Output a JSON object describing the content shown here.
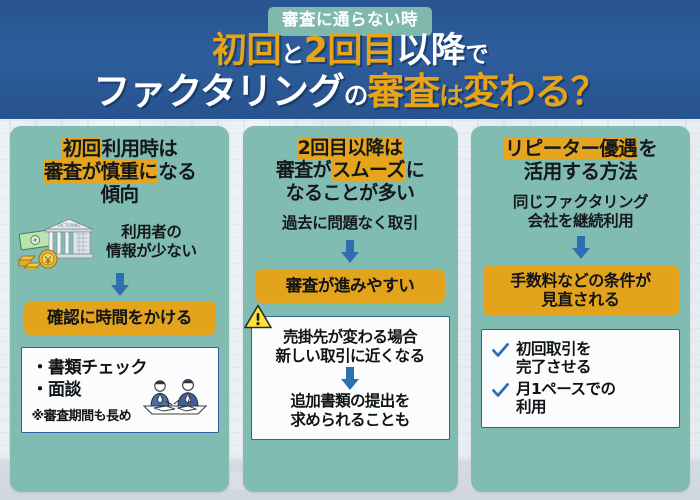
{
  "header": {
    "badge": "審査に通らない時",
    "title_line1": [
      {
        "t": "初回",
        "style": "gold"
      },
      {
        "t": "と",
        "style": "white-small"
      },
      {
        "t": "2回目",
        "style": "gold"
      },
      {
        "t": "以降",
        "style": "white"
      },
      {
        "t": "で",
        "style": "white-small"
      }
    ],
    "title_line2": [
      {
        "t": "ファクタリング",
        "style": "white"
      },
      {
        "t": "の",
        "style": "white-small"
      },
      {
        "t": "審査",
        "style": "gold"
      },
      {
        "t": "は",
        "style": "gold-small"
      },
      {
        "t": "変わる？",
        "style": "gold"
      }
    ],
    "title_line1_plain": "初回と2回目以降で",
    "title_line2_plain": "ファクタリングの審査は変わる？"
  },
  "colors": {
    "header_blue": "#2e5e9c",
    "card_teal": "#81bcb3",
    "badge_teal": "#7fb8ad",
    "gold": "#e3a31c",
    "highlight_gold": "#e5a51e",
    "arrow_blue": "#2f6fb0",
    "box_border_blue": "#2f5f9c",
    "warn_yellow": "#ffe033",
    "text_dark": "#101315"
  },
  "columns": [
    {
      "id": "first-use",
      "title_parts": [
        {
          "t": "初回",
          "hl": true
        },
        {
          "t": "利用時は",
          "hl": false
        },
        {
          "br": true
        },
        {
          "t": "審査が慎重に",
          "hl": true
        },
        {
          "t": "なる",
          "hl": false
        },
        {
          "br": true
        },
        {
          "t": "傾向",
          "hl": false
        }
      ],
      "title_plain": "初回利用時は審査が慎重になる傾向",
      "icon": "bank-money-icon",
      "sub_lines": [
        "利用者の",
        "情報が少ない"
      ],
      "arrow": "down-arrow-icon",
      "gold_bar": "確認に時間をかける",
      "box": {
        "bullets": [
          "・書類チェック",
          "・面談"
        ],
        "note": "※審査期間も長め",
        "illustration": "business-meeting-icon"
      }
    },
    {
      "id": "second-onward",
      "title_parts": [
        {
          "t": "2回目以降は",
          "hl": true
        },
        {
          "br": true
        },
        {
          "t": "審査が",
          "hl": false
        },
        {
          "t": "スムーズ",
          "hl": true
        },
        {
          "t": "に",
          "hl": false
        },
        {
          "br": true
        },
        {
          "t": "なることが多い",
          "hl": false
        }
      ],
      "title_plain": "2回目以降は審査がスムーズになることが多い",
      "sub_lines": [
        "過去に問題なく取引"
      ],
      "arrow": "down-arrow-icon",
      "gold_bar": "審査が進みやすい",
      "box": {
        "warn_icon": "warning-triangle-icon",
        "lines_top": [
          "売掛先が変わる場合",
          "新しい取引に近くなる"
        ],
        "arrow": "down-arrow-icon",
        "lines_bottom": [
          "追加書類の提出を",
          "求められることも"
        ]
      }
    },
    {
      "id": "repeater-benefit",
      "title_parts": [
        {
          "t": "リピーター優遇",
          "hl": true
        },
        {
          "t": "を",
          "hl": false
        },
        {
          "br": true
        },
        {
          "t": "活用する方法",
          "hl": false
        }
      ],
      "title_plain": "リピーター優遇を活用する方法",
      "sub_lines": [
        "同じファクタリング",
        "会社を継続利用"
      ],
      "arrow": "down-arrow-icon",
      "gold_bar": "手数料などの条件が\n見直される",
      "gold_bar_lines": [
        "手数料などの条件が",
        "見直される"
      ],
      "box": {
        "checks": [
          {
            "icon": "check-icon",
            "lines": [
              "初回取引を",
              "完了させる"
            ]
          },
          {
            "icon": "check-icon",
            "lines": [
              "月1ペースでの",
              "利用"
            ]
          }
        ]
      }
    }
  ]
}
